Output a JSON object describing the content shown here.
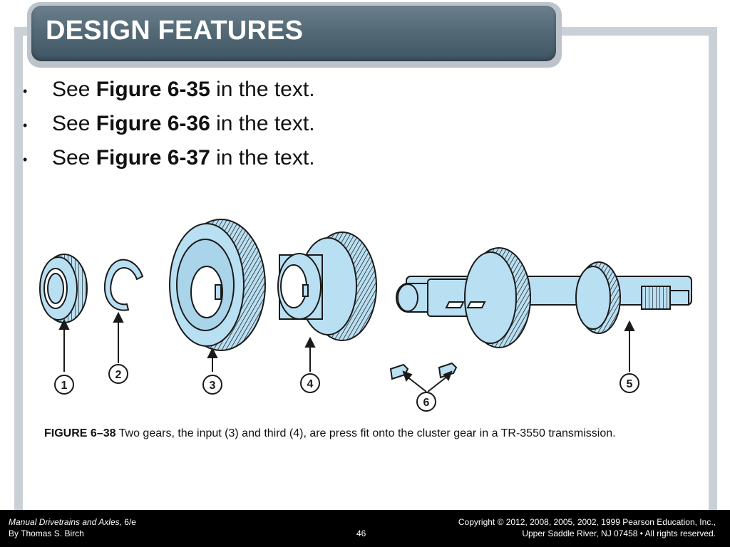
{
  "slide": {
    "title": "DESIGN FEATURES",
    "bullets": [
      {
        "pre": "See ",
        "bold": "Figure 6-35",
        "post": " in the text."
      },
      {
        "pre": "See ",
        "bold": "Figure 6-36",
        "post": " in the text."
      },
      {
        "pre": "See ",
        "bold": "Figure 6-37",
        "post": " in the text."
      }
    ],
    "bullet_glyph": "•"
  },
  "figure": {
    "callouts": [
      "1",
      "2",
      "3",
      "4",
      "5",
      "6"
    ],
    "caption_label": "FIGURE 6–38",
    "caption_text": " Two gears, the input (3) and third (4), are press fit onto the cluster gear in a TR-3550 transmission.",
    "part_color": "#b9dff2"
  },
  "footer": {
    "book_title": "Manual Drivetrains and Axles,",
    "edition": " 6/e",
    "author": "By Thomas S. Birch",
    "page_number": "46",
    "copyright_line1": "Copyright © 2012, 2008, 2005, 2002, 1999 Pearson Education, Inc.,",
    "copyright_line2": "Upper Saddle River, NJ 07458 • All rights reserved."
  }
}
